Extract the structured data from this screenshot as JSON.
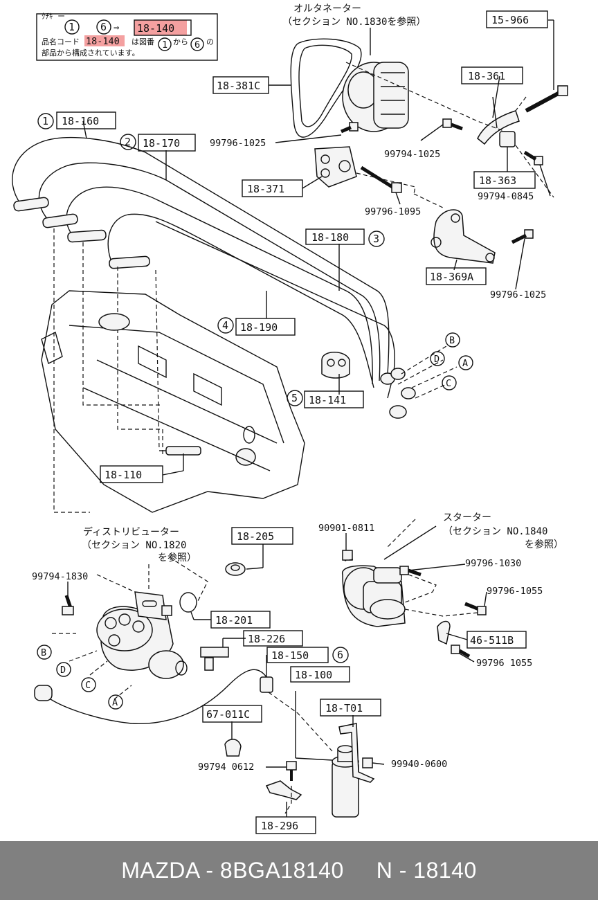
{
  "legend": {
    "title": "ｸﾁｷ ー",
    "range_from": "1",
    "range_to": "6",
    "arrow": "⇒",
    "highlight_code": "18-140",
    "line2_prefix": "品名コード",
    "line2_code": "18-140",
    "line2_mid": "は図番",
    "line2_from": "1",
    "line2_kara": "から",
    "line2_to": "6",
    "line2_no": "の",
    "line3": "部品から構成されています。"
  },
  "notes": {
    "alternator": "オルタネーター",
    "alternator_ref": "（セクション NO.1830を参照）",
    "distributor": "ディストリビューター",
    "distributor_ref1": "（セクション NO.1820",
    "distributor_ref2": "を参照）",
    "starter": "スターター",
    "starter_ref1": "（セクション NO.1840",
    "starter_ref2": "を参照）"
  },
  "boxed_parts": {
    "p15_966": "15-966",
    "p18_381c": "18-381C",
    "p18_361": "18-361",
    "p18_160": "18-160",
    "p18_170": "18-170",
    "p18_371": "18-371",
    "p18_363": "18-363",
    "p18_180": "18-180",
    "p18_369a": "18-369A",
    "p18_190": "18-190",
    "p18_141": "18-141",
    "p18_110": "18-110",
    "p18_205": "18-205",
    "p18_201": "18-201",
    "p18_226": "18-226",
    "p18_150": "18-150",
    "p18_100": "18-100",
    "p46_511b": "46-511B",
    "p67_011c": "67-011C",
    "p18_t01": "18-T01",
    "p18_296": "18-296"
  },
  "callouts": {
    "c1": "1",
    "c2": "2",
    "c3": "3",
    "c4": "4",
    "c5": "5",
    "c6": "6",
    "cA": "A",
    "cB": "B",
    "cC": "C",
    "cD": "D"
  },
  "plain_parts": {
    "b99796_1025a": "99796-1025",
    "b99794_1025": "99794-1025",
    "b99794_0845": "99794-0845",
    "b99796_1095": "99796-1095",
    "b99796_1025b": "99796-1025",
    "b90901_0811": "90901-0811",
    "b99794_1830": "99794-1830",
    "b99796_1030": "99796-1030",
    "b99796_1055a": "99796-1055",
    "b99796_1055b": "99796 1055",
    "b99794_0612": "99794 0612",
    "b99940_0600": "99940-0600"
  },
  "footer": {
    "text": "MAZDA - 8BGA18140     N - 18140"
  }
}
